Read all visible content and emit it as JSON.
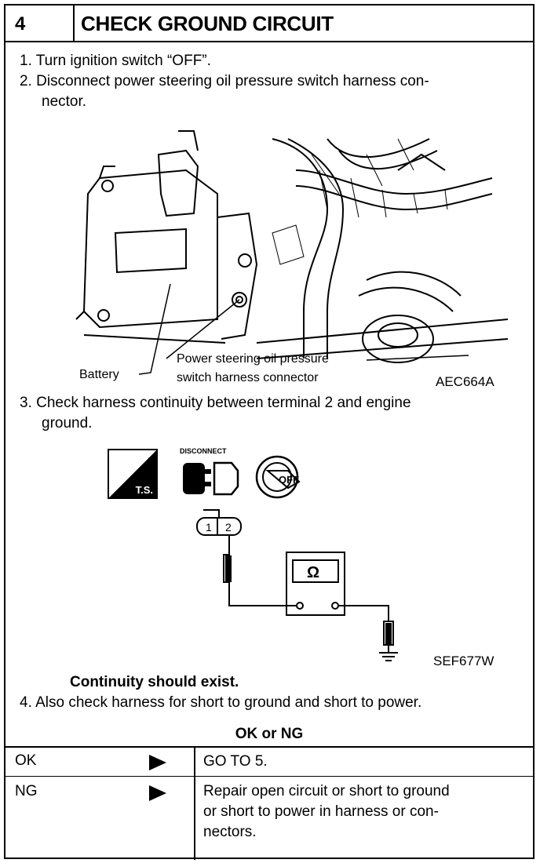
{
  "header": {
    "step": "4",
    "title": "CHECK GROUND CIRCUIT"
  },
  "steps": {
    "s1": "1.  Turn ignition switch “OFF”.",
    "s2_line1": "2.  Disconnect power steering oil pressure switch harness con-",
    "s2_line2": "nector.",
    "s3_line1": "3.  Check harness continuity between terminal 2 and engine",
    "s3_line2": "ground.",
    "continuity": "Continuity should exist.",
    "s4": "4.  Also check harness for short to ground and short to power."
  },
  "figure1": {
    "battery_label": "Battery",
    "connector_label_line1": "Power steering oil pressure",
    "connector_label_line2": "switch harness connector",
    "code": "AEC664A"
  },
  "figure2": {
    "ts_label": "T.S.",
    "disconnect_label": "DISCONNECT",
    "off_label": "OFF",
    "terminal_1": "1",
    "terminal_2": "2",
    "meter_symbol": "Ω",
    "code": "SEF677W"
  },
  "decision": {
    "title": "OK or NG",
    "rows": [
      {
        "key": "OK",
        "action": [
          "GO TO 5."
        ]
      },
      {
        "key": "NG",
        "action": [
          "Repair open circuit or short to ground",
          "or short to power in harness or con-",
          "nectors."
        ]
      }
    ]
  }
}
